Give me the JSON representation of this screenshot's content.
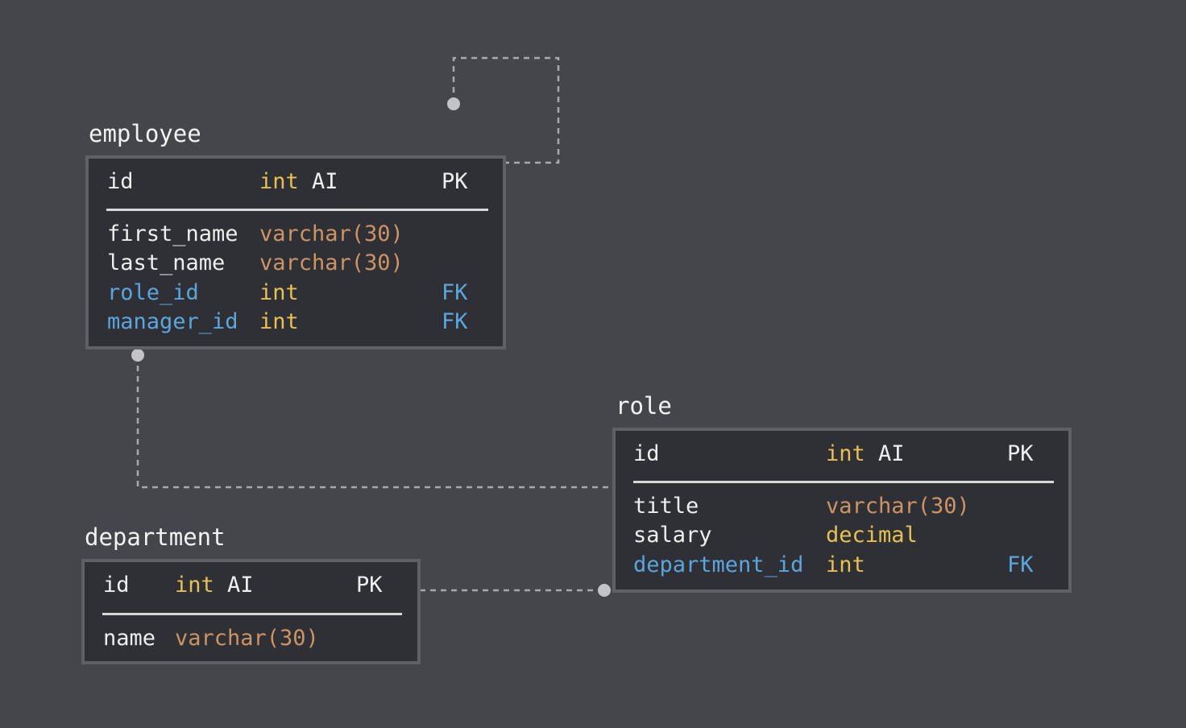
{
  "colors": {
    "background": "#45464c",
    "table_fill": "#2f3036",
    "table_border": "#5f6066",
    "text": "#eeeeee",
    "foreign_key": "#5aa6dc",
    "int_type": "#e6c152",
    "varchar_type": "#cc9463",
    "connector": "#a9a9ad"
  },
  "tables": {
    "employee": {
      "title": "employee",
      "pk": {
        "name": "id",
        "type": "int",
        "extra": "AI",
        "key": "PK"
      },
      "columns": [
        {
          "name": "first_name",
          "type": "varchar(30)",
          "key": ""
        },
        {
          "name": "last_name",
          "type": "varchar(30)",
          "key": ""
        },
        {
          "name": "role_id",
          "type": "int",
          "key": "FK"
        },
        {
          "name": "manager_id",
          "type": "int",
          "key": "FK"
        }
      ]
    },
    "role": {
      "title": "role",
      "pk": {
        "name": "id",
        "type": "int",
        "extra": "AI",
        "key": "PK"
      },
      "columns": [
        {
          "name": "title",
          "type": "varchar(30)",
          "key": ""
        },
        {
          "name": "salary",
          "type": "decimal",
          "key": ""
        },
        {
          "name": "department_id",
          "type": "int",
          "key": "FK"
        }
      ]
    },
    "department": {
      "title": "department",
      "pk": {
        "name": "id",
        "type": "int",
        "extra": "AI",
        "key": "PK"
      },
      "columns": [
        {
          "name": "name",
          "type": "varchar(30)",
          "key": ""
        }
      ]
    }
  },
  "relationships": [
    {
      "from": "employee.manager_id",
      "to": "employee.id"
    },
    {
      "from": "employee.role_id",
      "to": "role.id"
    },
    {
      "from": "role.department_id",
      "to": "department.id"
    }
  ]
}
